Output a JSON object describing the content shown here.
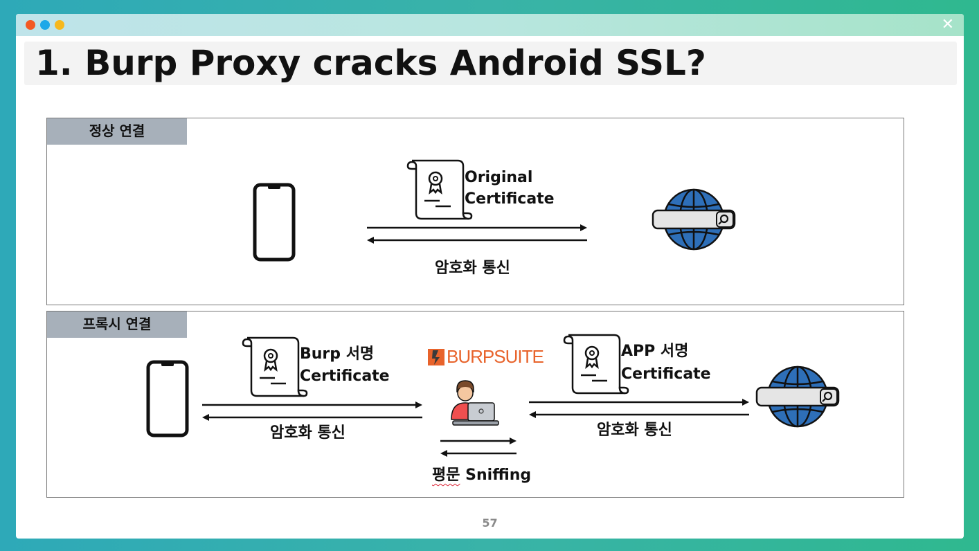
{
  "window": {
    "title": "1. Burp Proxy cracks Android SSL?",
    "close_glyph": "✕",
    "page_number": "57"
  },
  "normal_panel": {
    "tab_label": "정상 연결",
    "cert_label_line1": "Original",
    "cert_label_line2": "Certificate",
    "channel_label": "암호화 통신"
  },
  "proxy_panel": {
    "tab_label": "프록시 연결",
    "left_cert_line1": "Burp 서명",
    "left_cert_line2": "Certificate",
    "left_channel_label": "암호화 통신",
    "logo_text": "BURPSUITE",
    "right_cert_line1": "APP 서명",
    "right_cert_line2": "Certificate",
    "right_channel_label": "암호화 통신",
    "sniff_word1": "평문",
    "sniff_word2": "Sniffing"
  },
  "colors": {
    "burp_orange": "#e8632b",
    "globe_blue": "#2e6fb8",
    "person_red": "#ef4f4f"
  }
}
